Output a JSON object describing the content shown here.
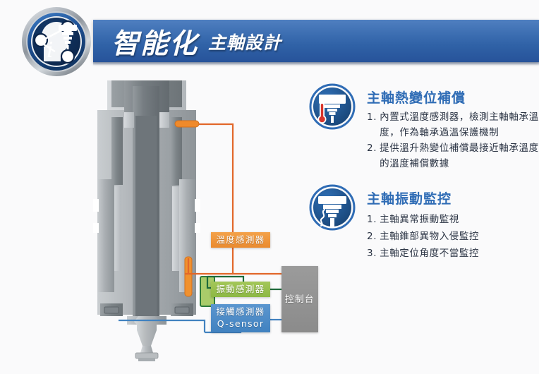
{
  "header": {
    "title_main": "智能化",
    "title_sub": "主軸設計",
    "badge_letter": "i",
    "badge_name": "intelligent-spindle-emblem"
  },
  "diagram": {
    "boxes": [
      {
        "id": "temperature-sensor",
        "label": "溫度感測器",
        "label2": "",
        "color": "#ea8a2e"
      },
      {
        "id": "vibration-sensor",
        "label": "振動感測器",
        "label2": "",
        "color": "#8cb844"
      },
      {
        "id": "contact-sensor",
        "label": "接觸感測器",
        "label2": "Q-sensor",
        "color": "#4182c0"
      },
      {
        "id": "control-console",
        "label": "控制台",
        "label2": "",
        "color": "#8b8b8b"
      }
    ],
    "wire_colors": {
      "temperature": "#e2672a",
      "vibration": "#1f6b3c",
      "contact": "#4182c0"
    },
    "spindle_name": "spindle-cross-section"
  },
  "features": [
    {
      "icon": "spindle-thermometer-icon",
      "heading": "主軸熱變位補償",
      "items": [
        {
          "num": "1.",
          "text": "內置式溫度感測器，檢測主軸軸承溫度，作為軸承過溫保護機制"
        },
        {
          "num": "2.",
          "text": "提供溫升熱變位補償最接近軸承溫度的溫度補償數據"
        }
      ]
    },
    {
      "icon": "spindle-vibration-icon",
      "heading": "主軸振動監控",
      "items": [
        {
          "num": "1.",
          "text": "主軸異常振動監視"
        },
        {
          "num": "2.",
          "text": "主軸錐部異物入侵監控"
        },
        {
          "num": "3.",
          "text": "主軸定位角度不當監控"
        }
      ]
    }
  ],
  "colors": {
    "background": "#fafafb",
    "header_blue": "#3a6cb0",
    "heading_blue": "#2f6cb5",
    "body_text": "#2b3444"
  }
}
